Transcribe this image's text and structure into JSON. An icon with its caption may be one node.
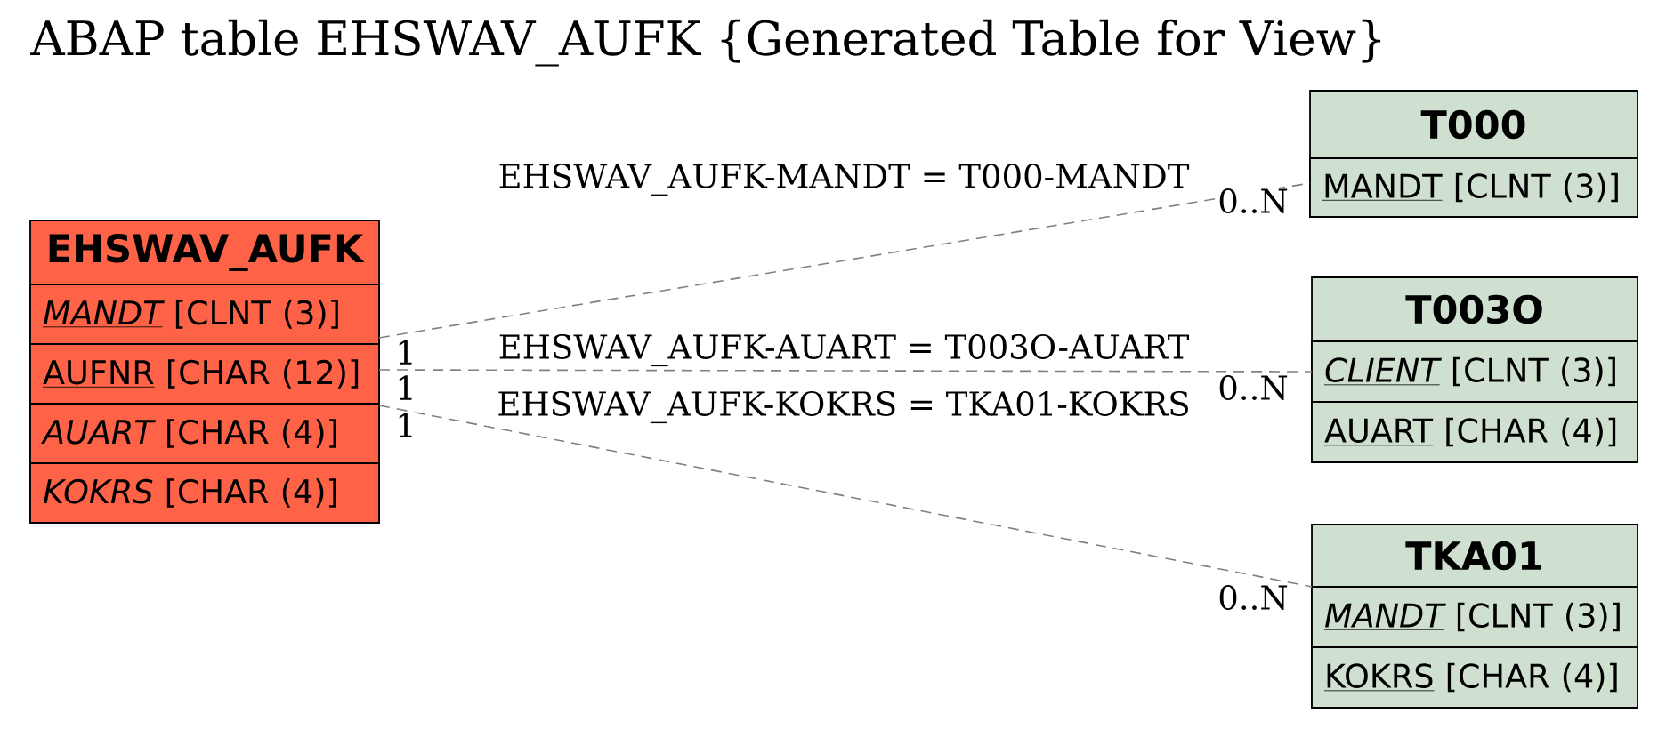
{
  "diagram": {
    "title": "ABAP table EHSWAV_AUFK {Generated Table for View}",
    "nodes": [
      {
        "text": [
          "EHSWAV_AUFK"
        ]
      },
      {
        "text": [
          "MANDT",
          "[CLNT (3)]"
        ],
        "in": 0
      },
      {
        "text": [
          "AUFNR",
          "[CHAR (12)]"
        ],
        "in": 0
      },
      {
        "text": [
          "AUART",
          "[CHAR (4)]"
        ],
        "in": 0
      },
      {
        "text": [
          "KOKRS",
          "[CHAR (4)]"
        ],
        "in": 0
      },
      {
        "text": [
          "T000"
        ]
      },
      {
        "text": [
          "MANDT",
          "[CLNT (3)]"
        ],
        "in": 5
      },
      {
        "text": [
          "T003O"
        ]
      },
      {
        "text": [
          "CLIENT",
          "[CLNT (3)]"
        ],
        "in": 7
      },
      {
        "text": [
          "AUART",
          "[CHAR (4)]"
        ],
        "in": 7
      },
      {
        "text": [
          "TKA01"
        ]
      },
      {
        "text": [
          "MANDT",
          "[CLNT (3)]"
        ],
        "in": 10
      },
      {
        "text": [
          "KOKRS",
          "[CHAR (4)]"
        ],
        "in": 10
      }
    ],
    "edges": [
      {
        "from": 0,
        "to": 5,
        "arrow": "none",
        "style": "dashed",
        "label": "EHSWAV_AUFK-MANDT = T000-MANDT"
      },
      {
        "from": 0,
        "to": 7,
        "arrow": "none",
        "style": "dashed",
        "label": "EHSWAV_AUFK-AUART = T003O-AUART"
      },
      {
        "from": 0,
        "to": 10,
        "arrow": "none",
        "style": "dashed",
        "label": "EHSWAV_AUFK-KOKRS = TKA01-KOKRS"
      }
    ],
    "labels": [
      "0..N",
      "1",
      "1",
      "0..N",
      "1",
      "0..N"
    ]
  }
}
